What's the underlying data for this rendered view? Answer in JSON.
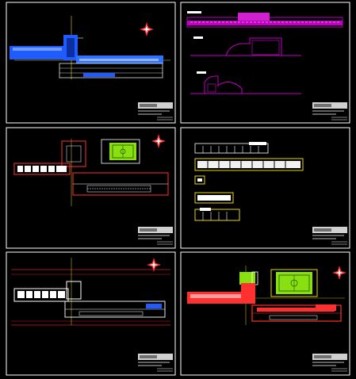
{
  "colors": {
    "background": "#ffffff",
    "sheet": "#000000",
    "frame": "#ffffff",
    "wall_red": "#ff3030",
    "dim_red": "#cc2020",
    "blue": "#1f5bff",
    "magenta": "#c000c0",
    "yellow": "#e8d800",
    "green": "#88e010",
    "gray": "#a0a0a0",
    "white": "#ffffff"
  },
  "icons": {
    "compass": "north-arrow-compass-icon"
  },
  "sheets": [
    {
      "id": "sheet-1",
      "content": "site-plan-blue"
    },
    {
      "id": "sheet-2",
      "content": "elevations-sections-magenta"
    },
    {
      "id": "sheet-3",
      "content": "floor-plan-red-with-court"
    },
    {
      "id": "sheet-4",
      "content": "details-yellow"
    },
    {
      "id": "sheet-5",
      "content": "floor-plan-dimensioned"
    },
    {
      "id": "sheet-6",
      "content": "overlay-plan-red-green"
    }
  ]
}
